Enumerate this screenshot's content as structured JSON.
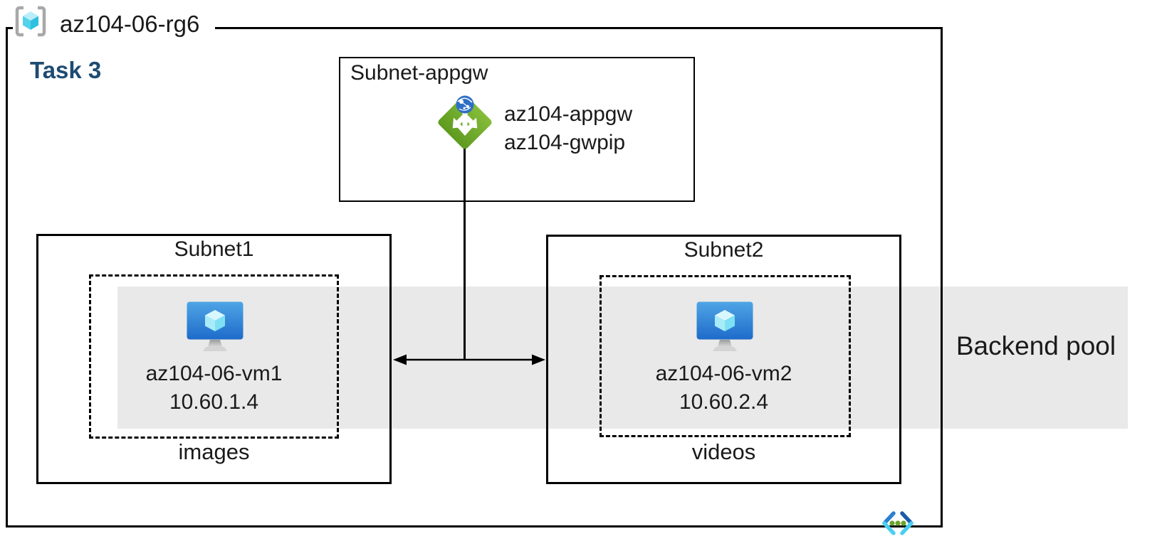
{
  "resource_group": {
    "name": "az104-06-rg6"
  },
  "task": {
    "label": "Task 3"
  },
  "appgw_subnet": {
    "title": "Subnet-appgw",
    "gateway_name": "az104-appgw",
    "gateway_pip": "az104-gwpip"
  },
  "subnet1": {
    "title": "Subnet1",
    "vm_name": "az104-06-vm1",
    "vm_ip": "10.60.1.4",
    "caption": "images"
  },
  "subnet2": {
    "title": "Subnet2",
    "vm_name": "az104-06-vm2",
    "vm_ip": "10.60.2.4",
    "caption": "videos"
  },
  "backend_pool": {
    "label": "Backend pool"
  },
  "icons": {
    "resource_group": "resource-group-icon",
    "application_gateway": "application-gateway-icon",
    "virtual_machine": "virtual-machine-icon",
    "virtual_network": "virtual-network-icon"
  },
  "colors": {
    "outline_black": "#000000",
    "backend_band_gray": "#e9e9e9",
    "task_label_blue": "#1e4b72",
    "gateway_green_top": "#85bd3a",
    "gateway_green_bottom": "#5e9a1f",
    "gateway_globe_blue": "#2e6fc4",
    "vm_monitor_blue_top": "#4fa5e5",
    "vm_monitor_blue_bottom": "#1e6bca",
    "vm_cube_cyan": "#7ee0f5",
    "rg_bracket_gray": "#a8a8a8",
    "rg_cube_cyan": "#53d2ec",
    "vnet_chevron_blue": "#2b7fd2",
    "vnet_chevron_cyan": "#49cff2",
    "vnet_dot_green": "#6ba32c"
  }
}
